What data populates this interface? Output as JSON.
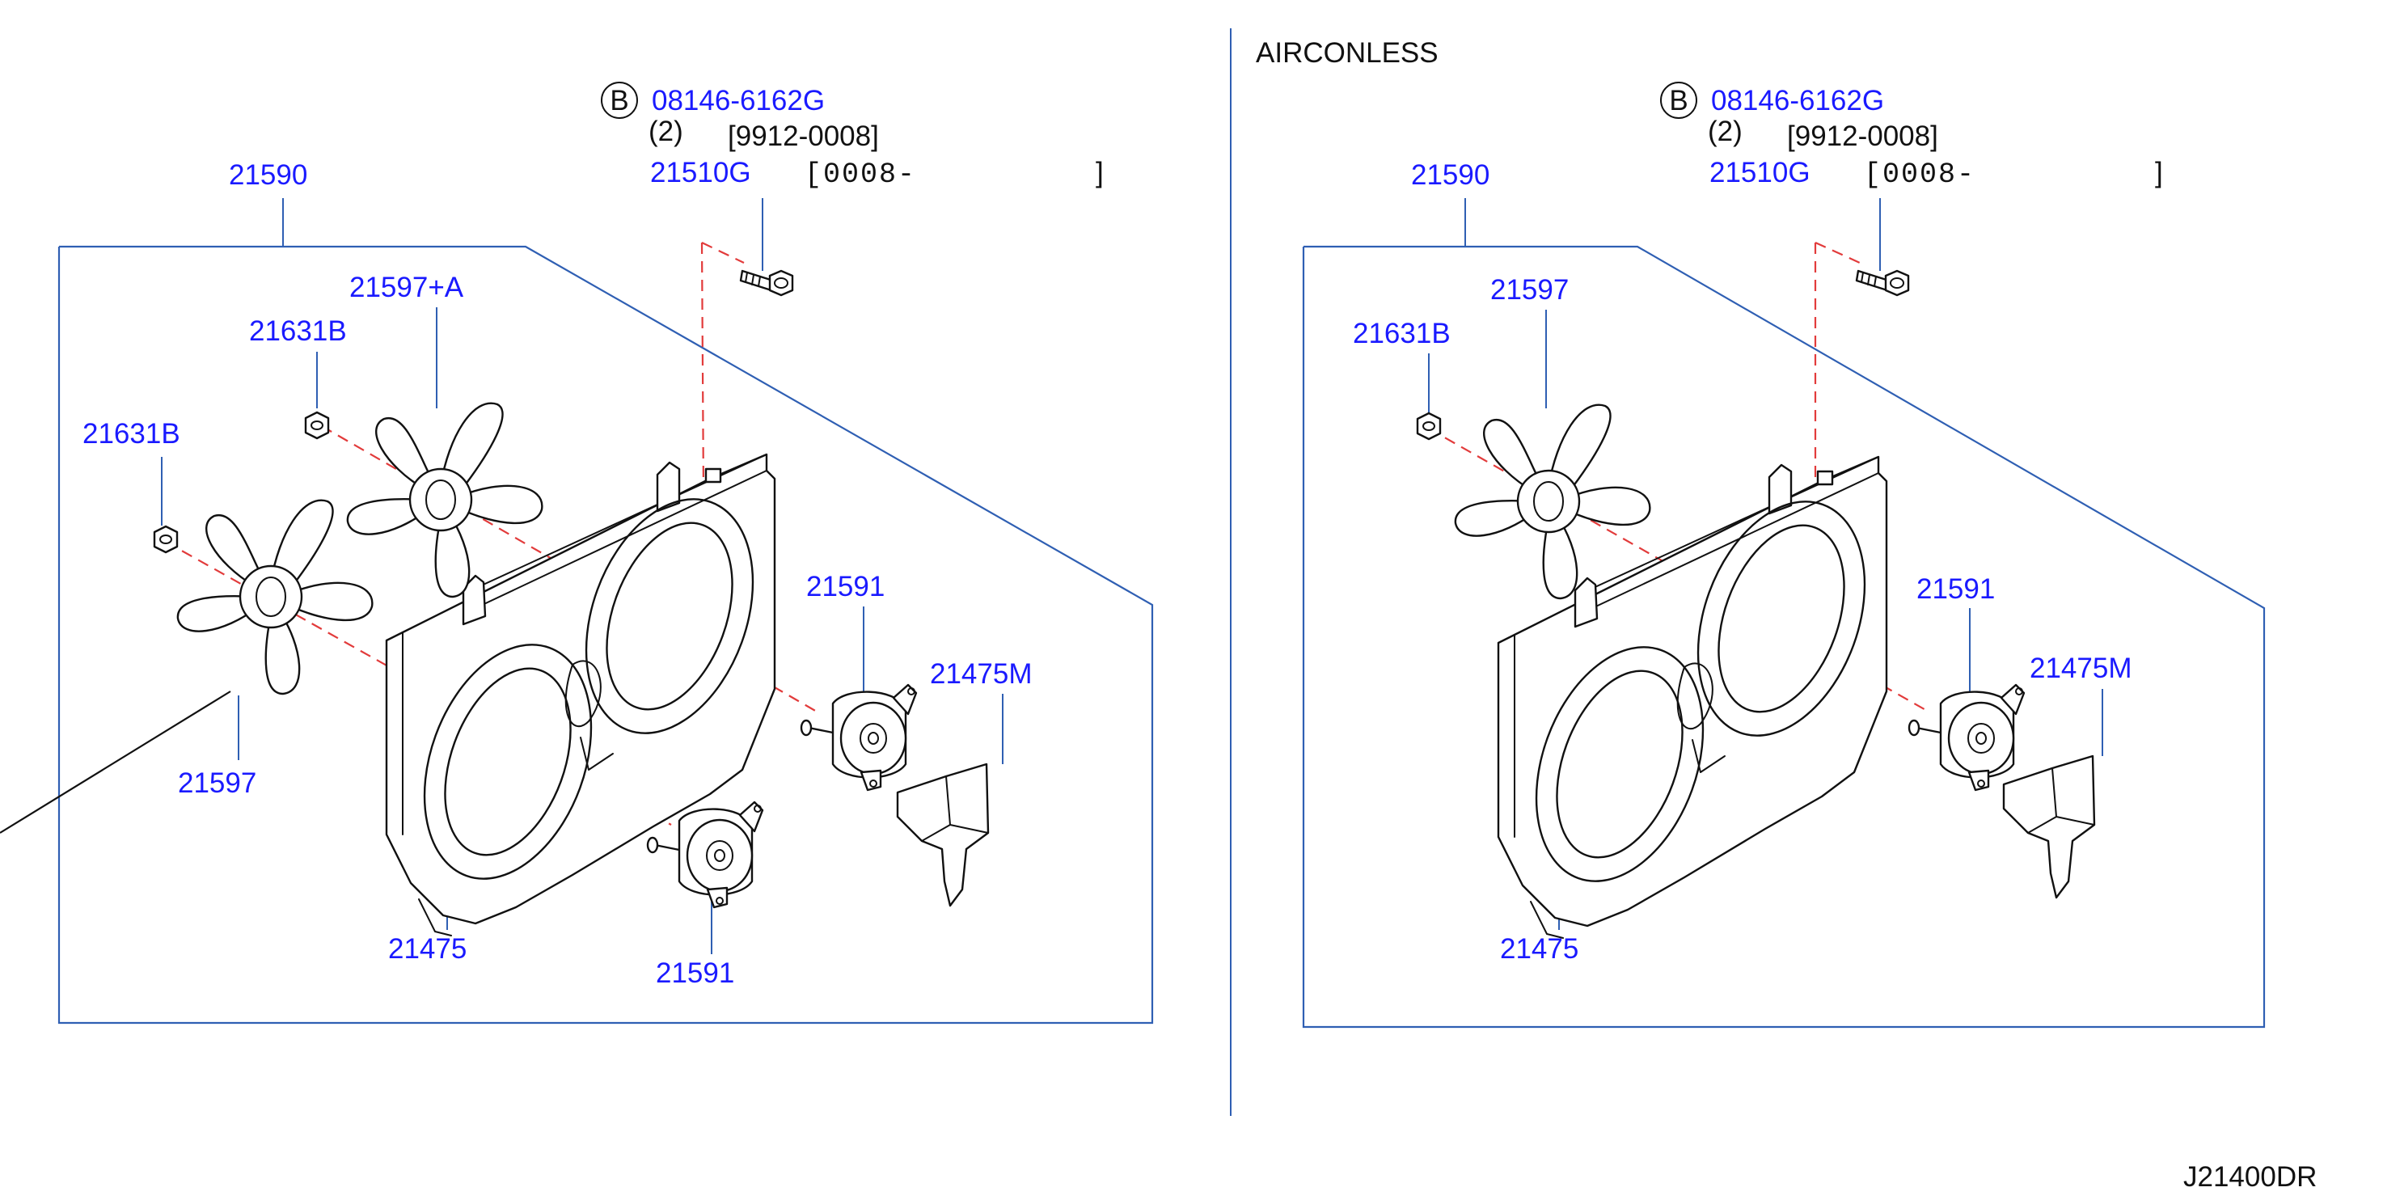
{
  "diagram_code": "J21400DR",
  "airconless_heading": "AIRCONLESS",
  "callout_symbol": "B",
  "left_panel": {
    "bolt_part_number": "08146-6162G",
    "bolt_quantity": "(2)",
    "bolt_date_range": "[9912-0008]",
    "bolt_alt_part_number": "21510G",
    "bolt_alt_date_range_start": "[0008-",
    "bolt_alt_date_range_end": "]",
    "shroud_assembly": "21590",
    "fan_upper": "21597+A",
    "nut_upper": "21631B",
    "nut_lower": "21631B",
    "fan_lower": "21597",
    "motor_upper": "21591",
    "motor_lower": "21591",
    "shroud": "21475",
    "seal": "21475M"
  },
  "right_panel": {
    "bolt_part_number": "08146-6162G",
    "bolt_quantity": "(2)",
    "bolt_date_range": "[9912-0008]",
    "bolt_alt_part_number": "21510G",
    "bolt_alt_date_range_start": "[0008-",
    "bolt_alt_date_range_end": "]",
    "shroud_assembly": "21590",
    "fan": "21597",
    "nut": "21631B",
    "motor": "21591",
    "shroud": "21475",
    "seal": "21475M"
  },
  "colors": {
    "part_number_text": "#1a1aff",
    "frame_line": "#2f5fb3",
    "centerline": "#e23b3b",
    "line_art": "#111111"
  }
}
